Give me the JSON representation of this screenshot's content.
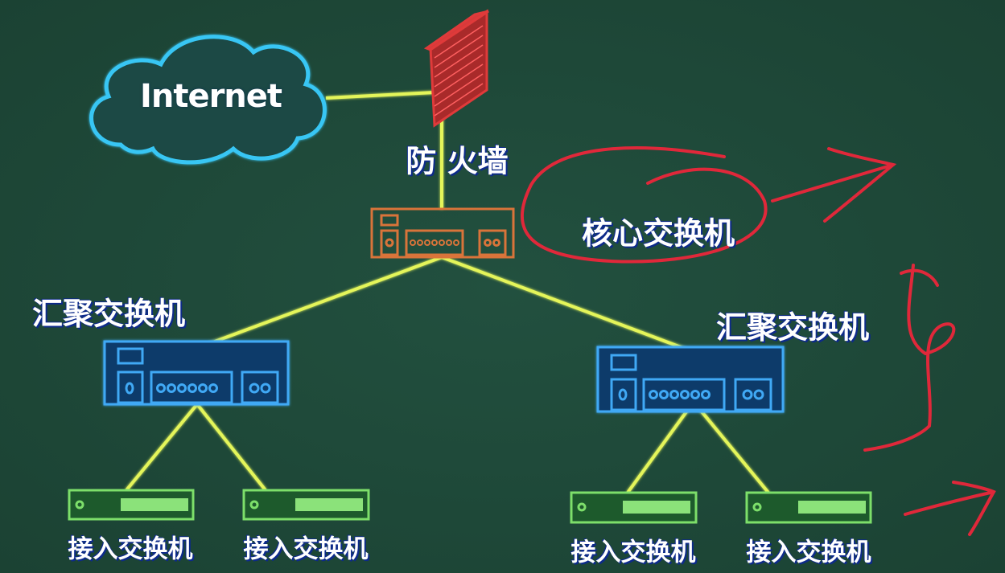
{
  "labels": {
    "internet": "Internet",
    "firewall": "防 火墙",
    "core_switch": "核心交换机",
    "aggregation_left": "汇聚交换机",
    "aggregation_right": "汇聚交换机",
    "access": [
      "接入交换机",
      "接入交换机",
      "接入交换机",
      "接入交换机"
    ]
  },
  "colors": {
    "background": "#1e4637",
    "links": "#e4f55a",
    "cloud": "#39c6f4",
    "firewall": "#e03a3a",
    "core_switch": "#d9743a",
    "aggregation_switch": "#3fa9f5",
    "access_switch": "#7ddf6a",
    "annotation": "#e0283a"
  }
}
